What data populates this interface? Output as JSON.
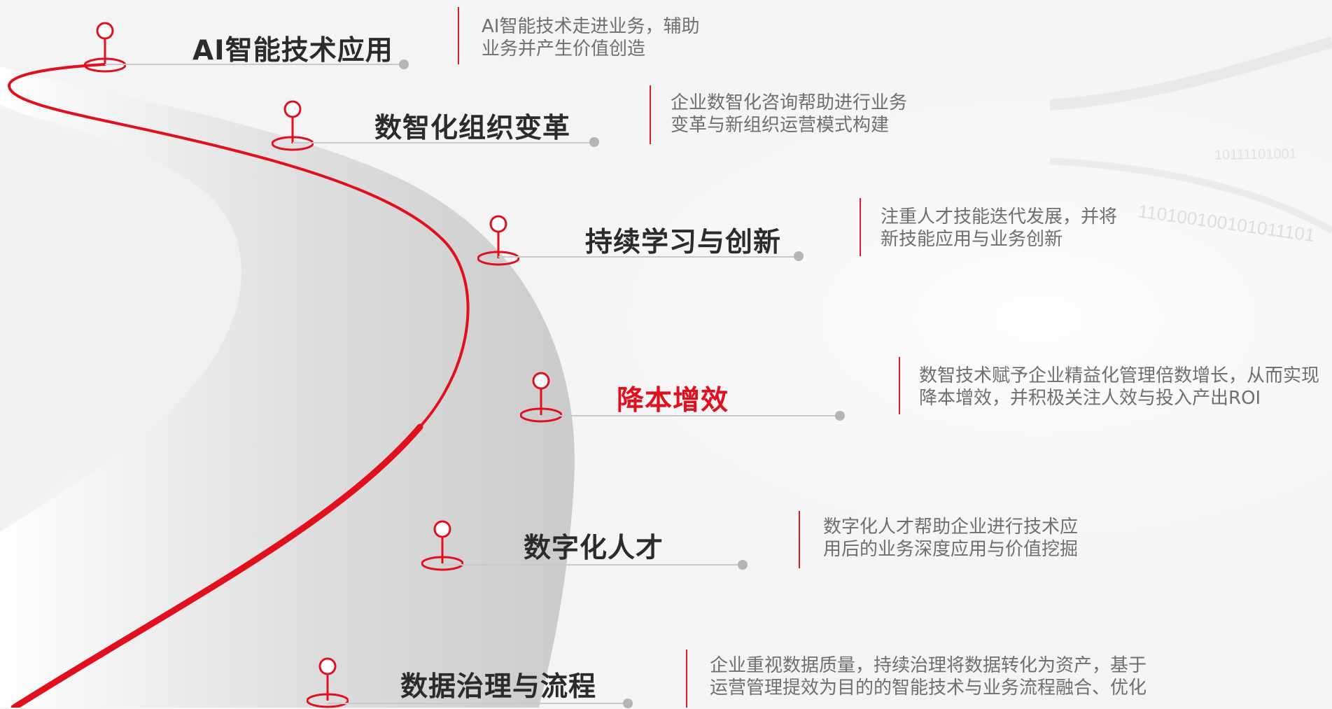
{
  "milestones": [
    {
      "title": "AI智能技术应用",
      "desc_line1": "AI智能技术走进业务，辅助",
      "desc_line2": "业务并产生价值创造",
      "highlight": false
    },
    {
      "title": "数智化组织变革",
      "desc_line1": "企业数智化咨询帮助进行业务",
      "desc_line2": "变革与新组织运营模式构建",
      "highlight": false
    },
    {
      "title": "持续学习与创新",
      "desc_line1": "注重人才技能迭代发展，并将",
      "desc_line2": "新技能应用与业务创新",
      "highlight": false
    },
    {
      "title": "降本增效",
      "desc_line1": "数智技术赋予企业精益化管理倍数增长，从而实现",
      "desc_line2": "降本增效，并积极关注人效与投入产出ROI",
      "highlight": true
    },
    {
      "title": "数字化人才",
      "desc_line1": "数字化人才帮助企业进行技术应",
      "desc_line2": "用后的业务深度应用与价值挖掘",
      "highlight": false
    },
    {
      "title": "数据治理与流程",
      "desc_line1": "企业重视数据质量，持续治理将数据转化为资产，基于",
      "desc_line2": "运营管理提效为目的的智能技术与业务流程融合、优化",
      "highlight": false
    }
  ],
  "background_binary": [
    "10111101001",
    "110100100101011101"
  ],
  "colors": {
    "accent": "#e0101e",
    "road": "#d8d8d8",
    "text": "#2b2b2b",
    "desc": "#6f6f6f"
  }
}
